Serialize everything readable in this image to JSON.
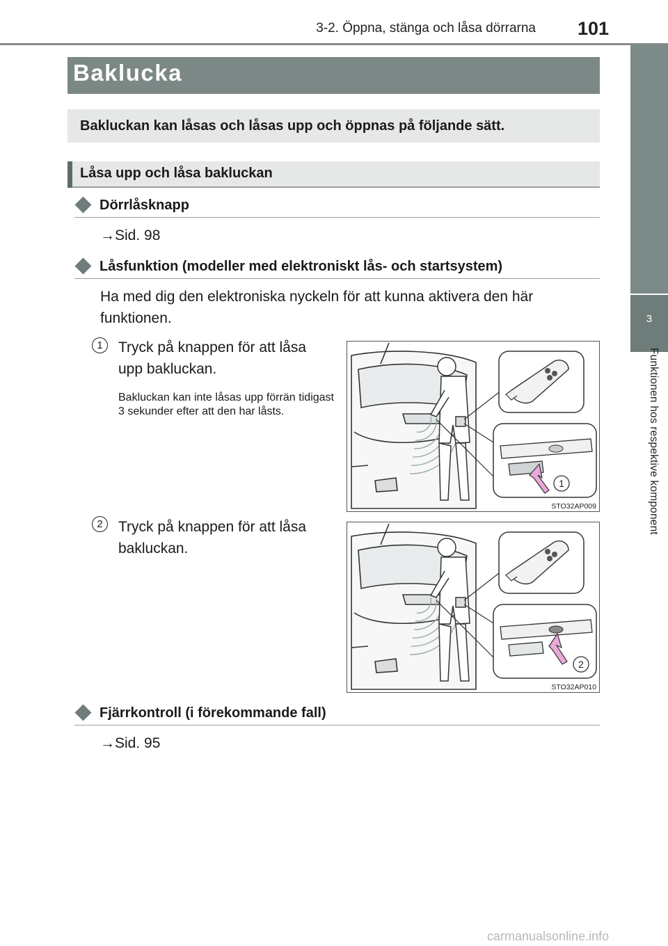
{
  "header": {
    "section": "3-2. Öppna, stänga och låsa dörrarna",
    "page_number": "101"
  },
  "side_tab": {
    "chapter_number": "3",
    "chapter_label": "Funktionen hos respektive komponent"
  },
  "title": "Baklucka",
  "intro": "Bakluckan kan låsas och låsas upp och öppnas på följande sätt.",
  "subheading": "Låsa upp och låsa bakluckan",
  "sections": [
    {
      "heading": "Dörrlåsknapp",
      "reference": "→Sid. 98"
    },
    {
      "heading": "Låsfunktion (modeller med elektroniskt lås- och startsystem)",
      "body": "Ha med dig den elektroniska nyckeln för att kunna aktivera den här funktionen.",
      "steps": [
        {
          "number": "1",
          "text": "Tryck på knappen för att låsa upp bakluckan.",
          "note": "Bakluckan kan inte låsas upp förrän tidigast 3 sekunder efter att den har låsts.",
          "figure_code": "STO32AP009",
          "callout": "1"
        },
        {
          "number": "2",
          "text": "Tryck på knappen för att låsa bakluckan.",
          "figure_code": "STO32AP010",
          "callout": "2"
        }
      ]
    },
    {
      "heading": "Fjärrkontroll (i förekommande fall)",
      "reference": "→Sid. 95"
    }
  ],
  "watermark": "carmanualsonline.info",
  "colors": {
    "title_bar": "#7c8886",
    "panel_bg": "#e6e8e8",
    "arrow": "#e8a8d8"
  },
  "icons": [
    "diamond-bullet-icon",
    "key-fob-icon",
    "press-arrow-icon"
  ]
}
